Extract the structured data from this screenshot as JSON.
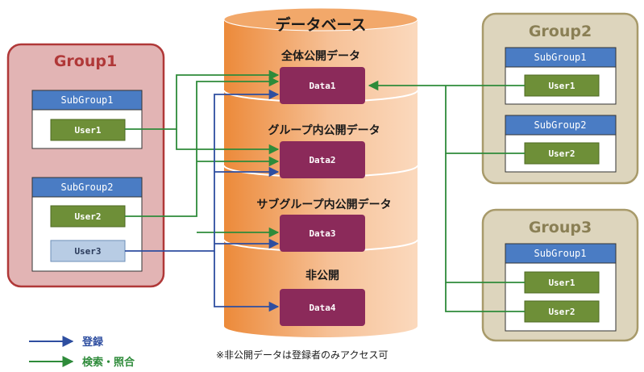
{
  "database": {
    "title": "データベース",
    "sections": [
      {
        "label": "全体公開データ",
        "data": "Data1"
      },
      {
        "label": "グループ内公開データ",
        "data": "Data2"
      },
      {
        "label": "サブグループ内公開データ",
        "data": "Data3"
      },
      {
        "label": "非公開",
        "data": "Data4"
      }
    ]
  },
  "groups": {
    "group1": {
      "title": "Group1",
      "subgroups": [
        {
          "title": "SubGroup1",
          "users": [
            "User1"
          ]
        },
        {
          "title": "SubGroup2",
          "users": [
            "User2",
            "User3"
          ]
        }
      ]
    },
    "group2": {
      "title": "Group2",
      "subgroups": [
        {
          "title": "SubGroup1",
          "users": [
            "User1"
          ]
        },
        {
          "title": "SubGroup2",
          "users": [
            "User2"
          ]
        }
      ]
    },
    "group3": {
      "title": "Group3",
      "subgroups": [
        {
          "title": "SubGroup1",
          "users": [
            "User1",
            "User2"
          ]
        }
      ]
    }
  },
  "legend": {
    "register": "登録",
    "search": "検索・照合"
  },
  "note": "※非公開データは登録者のみアクセス可",
  "colors": {
    "register_arrow": "#2e4ea0",
    "search_arrow": "#2e8b3a",
    "data_box": "#8b2a5a",
    "user_box": "#6e8f38",
    "user3_box": "#b8cce4",
    "subgroup_header": "#4a7cc4",
    "group1_fill": "#e2b4b4",
    "group_other_fill": "#ddd5bd"
  }
}
